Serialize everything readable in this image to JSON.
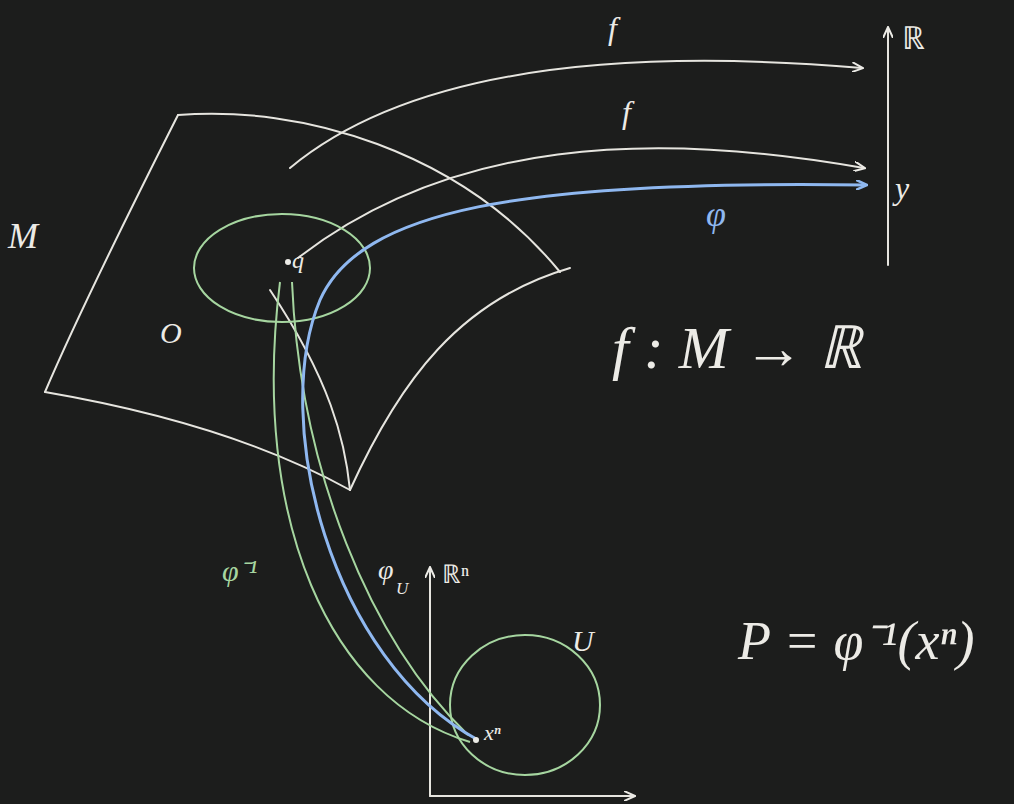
{
  "diagram": {
    "labels": [
      "f",
      "f",
      "φ",
      "ℝ",
      "y",
      "M",
      "q",
      "O",
      "f : M → ℝ",
      "φ⁻¹",
      "φ",
      "U",
      "ℝⁿ",
      "U",
      "xⁿ",
      "P = φ⁻¹(xⁿ)"
    ]
  }
}
